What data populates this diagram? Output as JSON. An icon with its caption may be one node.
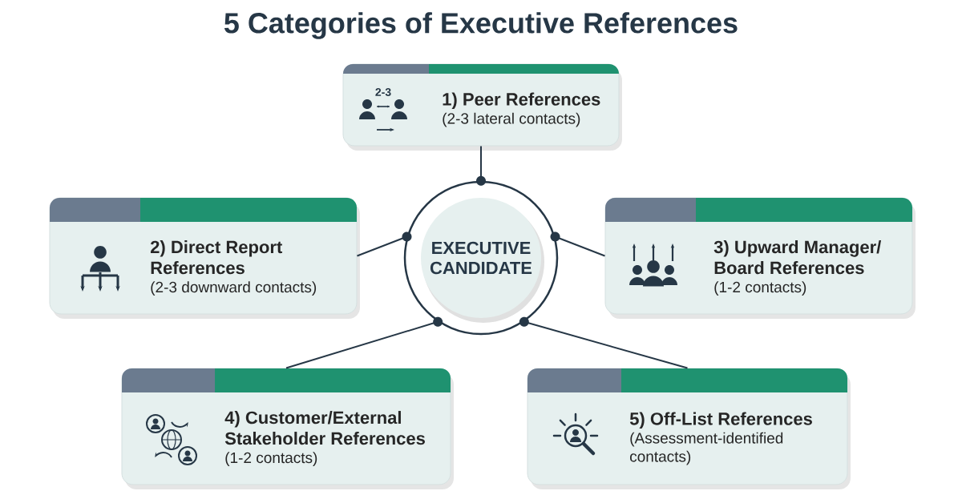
{
  "diagram": {
    "title": "5 Categories of Executive References",
    "nodes": [
      {
        "text": [
          "EXECUTIVE CANDIDATE"
        ]
      },
      {
        "text": [
          "1) Peer References",
          "(2-3 lateral contacts)"
        ]
      },
      {
        "text": [
          "2) Direct Report References",
          "(2-3 downward contacts)"
        ]
      },
      {
        "text": [
          "3) Upward Manager/ Board References",
          "(1-2 contacts)"
        ]
      },
      {
        "text": [
          "4) Customer/External Stakeholder References",
          "(1-2 contacts)"
        ]
      },
      {
        "text": [
          "5) Off-List References",
          "(Assessment-identified contacts)"
        ]
      }
    ],
    "edges": [
      {
        "from": 0,
        "to": 1,
        "arrow": "none"
      },
      {
        "from": 0,
        "to": 2,
        "arrow": "none"
      },
      {
        "from": 0,
        "to": 3,
        "arrow": "none"
      },
      {
        "from": 0,
        "to": 4,
        "arrow": "none"
      },
      {
        "from": 0,
        "to": 5,
        "arrow": "none"
      }
    ],
    "labels": [
      "2-3"
    ]
  }
}
